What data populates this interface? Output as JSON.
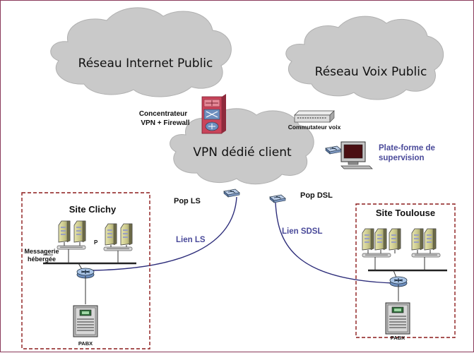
{
  "clouds": {
    "internet": "Réseau Internet Public",
    "voice": "Réseau Voix Public",
    "vpn": "VPN dédié client"
  },
  "labels": {
    "concentrator": [
      "Concentrateur",
      "VPN + Firewall"
    ],
    "voice_switch": "Commutateur voix",
    "supervision": [
      "Plate-forme de",
      "supervision"
    ],
    "pop_ls": "Pop LS",
    "pop_dsl": "Pop DSL",
    "link_ls": "Lien LS",
    "link_sdsl": "Lien SDSL",
    "site_clichy": "Site Clichy",
    "site_toulouse": "Site Toulouse",
    "messaging": [
      "Messagerie",
      "hébergée"
    ],
    "server_p": "P",
    "pabx_left": "PABX",
    "pabx_right": "PABX"
  },
  "colors": {
    "frame": "#8a3a5a",
    "site_box": "#8b1a1a",
    "link_line": "#2d2d7a",
    "cloud_fill": "#c9c9c9",
    "label_blue": "#4a4a9a"
  }
}
